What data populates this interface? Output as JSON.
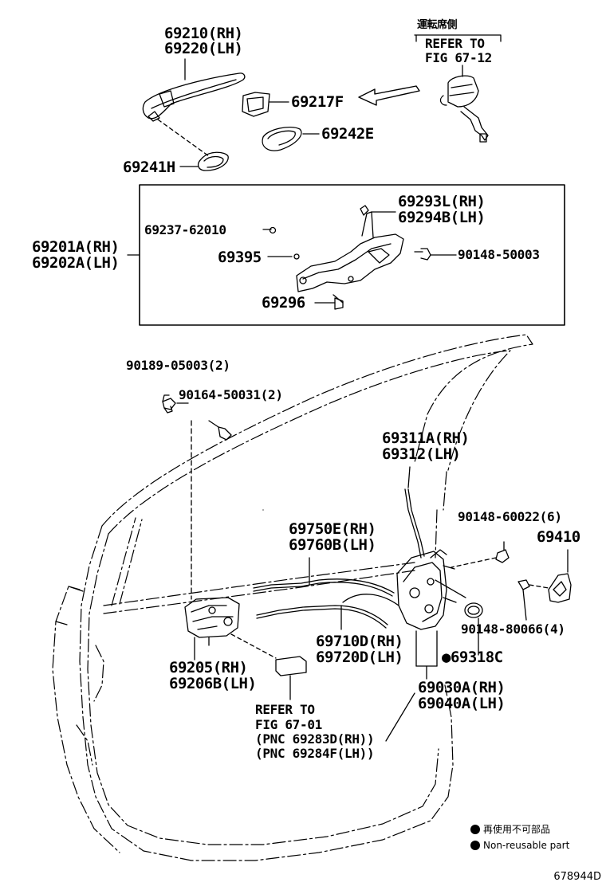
{
  "labels": {
    "handle_part_rh": "69210(RH)",
    "handle_part_lh": "69220(LH)",
    "driver_side_jp": "運転席側",
    "refer_fig_top_1": "REFER TO",
    "refer_fig_top_2": "FIG 67-12",
    "p69217f": "69217F",
    "p69242e": "69242E",
    "p69241h": "69241H",
    "frame_rh": "69201A(RH)",
    "frame_lh": "69202A(LH)",
    "p69293l": "69293L(RH)",
    "p69294b": "69294B(LH)",
    "p69237": "69237-62010",
    "p90148_50003": "90148-50003",
    "p69395": "69395",
    "p69296": "69296",
    "p90189": "90189-05003(2)",
    "p90164": "90164-50031(2)",
    "p69311a": "69311A(RH)",
    "p69312": "69312(LH)",
    "p90148_60022": "90148-60022(6)",
    "p69410": "69410",
    "p69750e": "69750E(RH)",
    "p69760b": "69760B(LH)",
    "p90148_80066": "90148-80066(4)",
    "p69710d": "69710D(RH)",
    "p69720d": "69720D(LH)",
    "p69318c": "●69318C",
    "p69205": "69205(RH)",
    "p69206b": "69206B(LH)",
    "p69030a": "69030A(RH)",
    "p69040a": "69040A(LH)",
    "refer_fig_bot_1": "REFER TO",
    "refer_fig_bot_2": "FIG 67-01",
    "refer_fig_bot_3": "(PNC 69283D(RH))",
    "refer_fig_bot_4": "(PNC 69284F(LH))"
  },
  "legend": {
    "line1": "再使用不可部品",
    "line2": "Non-reusable part"
  },
  "figure_id": "678944D"
}
